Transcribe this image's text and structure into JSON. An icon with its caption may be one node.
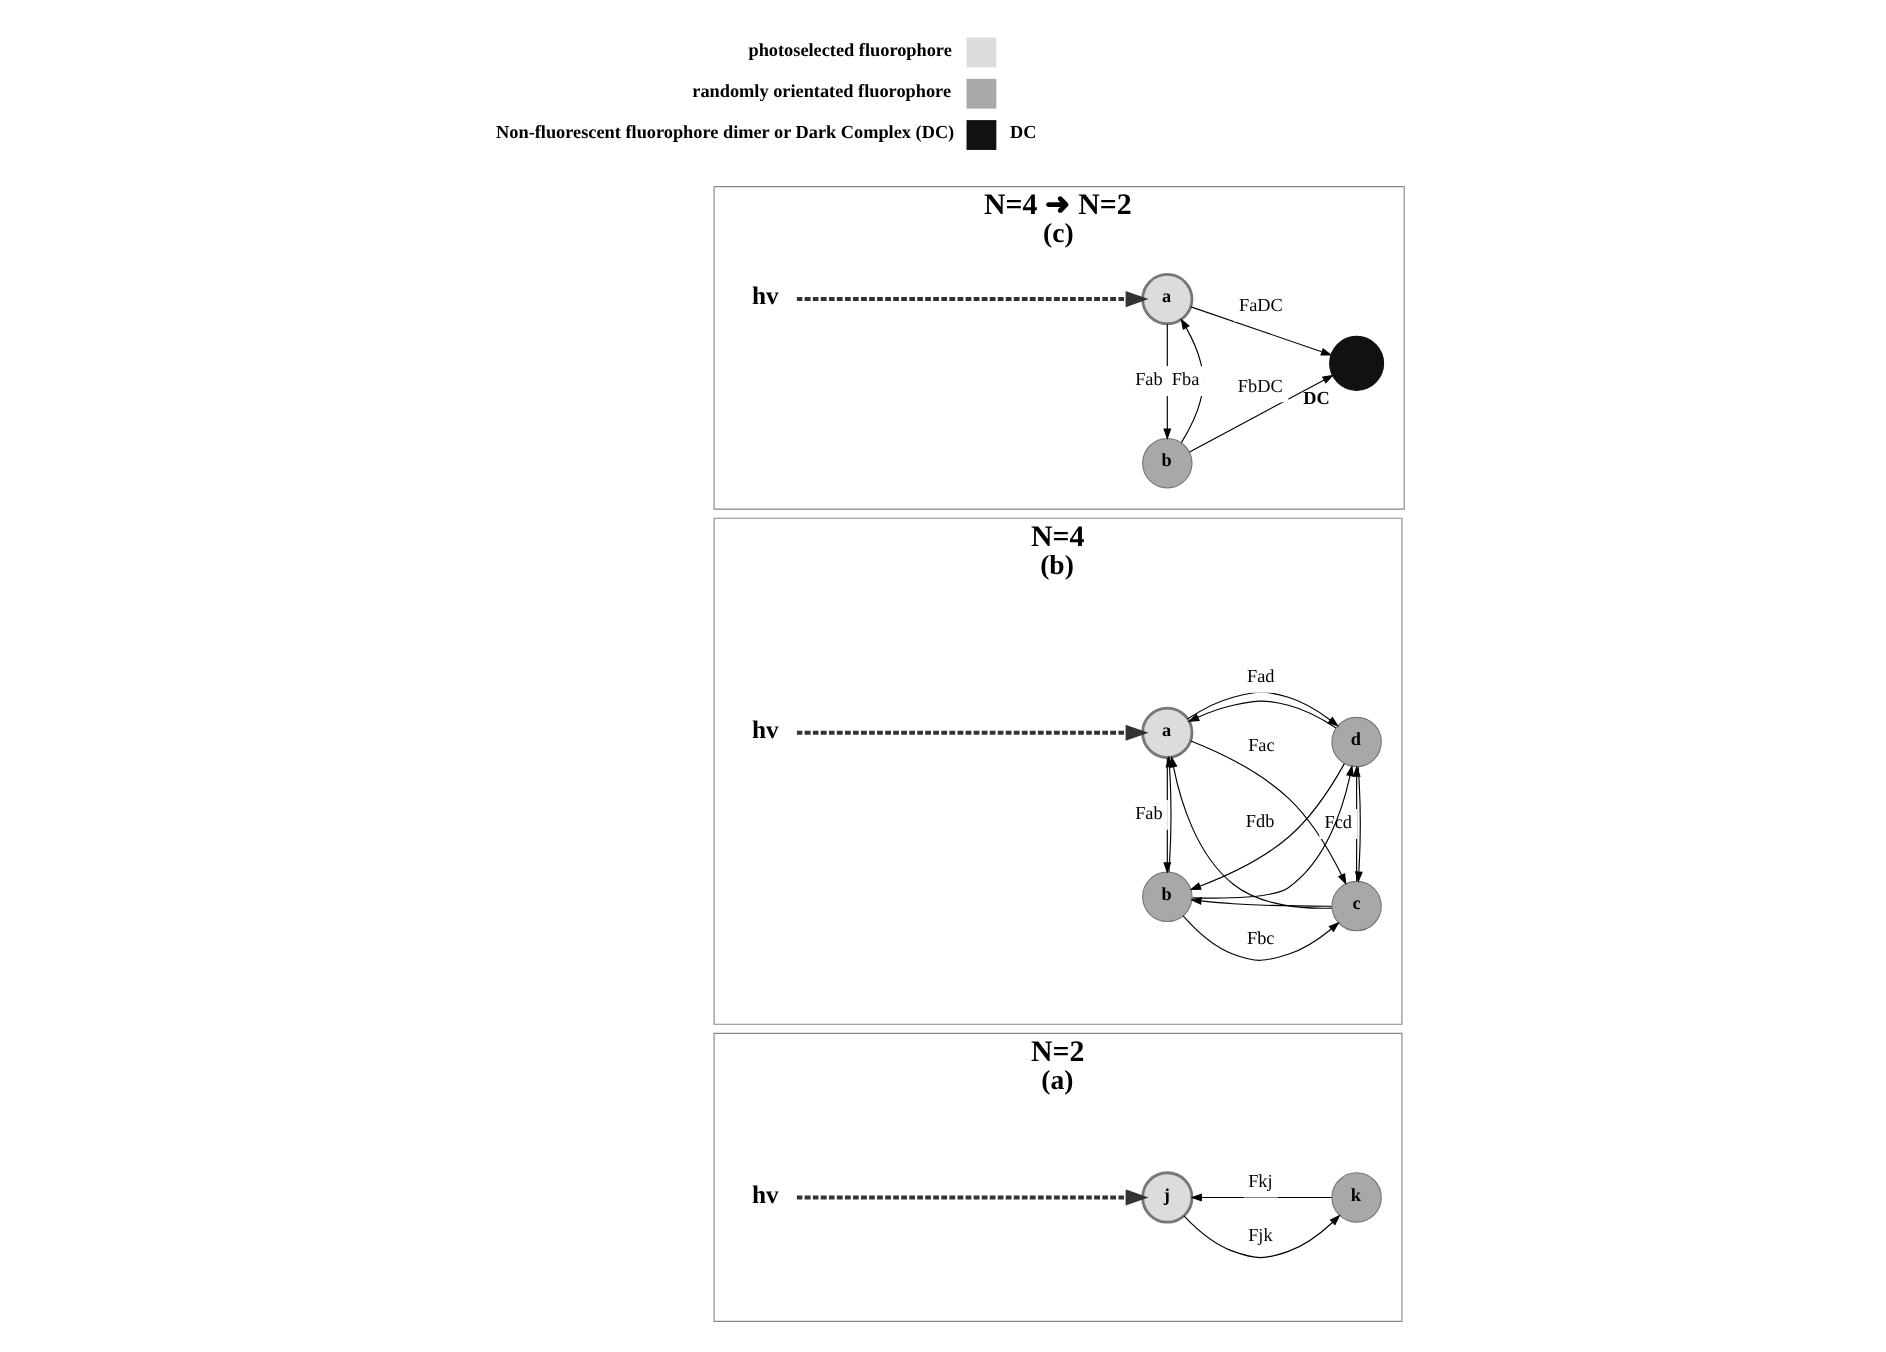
{
  "diagram": {
    "nodes": [
      {
        "text": [
          "N=2",
          "(a)"
        ]
      },
      {
        "text": [
          "hv"
        ],
        "in": 0
      },
      {
        "text": [
          "j"
        ],
        "in": 0
      },
      {
        "text": [
          "k"
        ],
        "in": 0
      },
      {
        "text": [
          "N=4",
          "(b)"
        ]
      },
      {
        "text": [
          "hv"
        ],
        "in": 4
      },
      {
        "text": [
          "a"
        ],
        "in": 4
      },
      {
        "text": [
          "c"
        ],
        "in": 4
      },
      {
        "text": [
          "b"
        ],
        "in": 4
      },
      {
        "text": [
          "d"
        ],
        "in": 4
      },
      {
        "text": [
          "N=4 ➜ N=2",
          "(c)"
        ]
      },
      {
        "text": [
          "hv"
        ],
        "in": 10
      },
      {
        "text": [
          "a"
        ],
        "in": 10
      },
      {
        "text": [
          "b"
        ],
        "in": 10
      },
      {
        "text": [],
        "shape": "circle",
        "beside": [
          "DC"
        ],
        "in": 10
      }
    ],
    "edges": [
      {
        "from": 1,
        "to": 2,
        "arrow": "to",
        "style": "dashed"
      },
      {
        "from": 2,
        "to": 3,
        "arrow": "to",
        "label": "Fjk"
      },
      {
        "from": 3,
        "to": 2,
        "arrow": "to",
        "label": "Fkj"
      },
      {
        "from": 5,
        "to": 6,
        "arrow": "to",
        "style": "dashed"
      },
      {
        "from": 6,
        "to": 7,
        "arrow": "to",
        "label": "Fac"
      },
      {
        "from": 7,
        "to": 6,
        "arrow": "to"
      },
      {
        "from": 6,
        "to": 8,
        "arrow": "to",
        "label": "Fab"
      },
      {
        "from": 8,
        "to": 6,
        "arrow": "to"
      },
      {
        "from": 8,
        "to": 7,
        "arrow": "to",
        "label": "Fbc"
      },
      {
        "from": 7,
        "to": 8,
        "arrow": "to"
      },
      {
        "from": 6,
        "to": 9,
        "arrow": "to",
        "label": "Fad"
      },
      {
        "from": 9,
        "to": 6,
        "arrow": "to"
      },
      {
        "from": 7,
        "to": 9,
        "arrow": "to",
        "label": "Fcd"
      },
      {
        "from": 9,
        "to": 7,
        "arrow": "to"
      },
      {
        "from": 8,
        "to": 9,
        "arrow": "to"
      },
      {
        "from": 9,
        "to": 8,
        "arrow": "to",
        "label": "Fdb"
      },
      {
        "from": 11,
        "to": 12,
        "arrow": "to",
        "style": "dashed"
      },
      {
        "from": 12,
        "to": 13,
        "arrow": "to",
        "label": "Fab"
      },
      {
        "from": 13,
        "to": 12,
        "arrow": "to",
        "label": "Fba"
      },
      {
        "from": 12,
        "to": 14,
        "arrow": "to",
        "label": "FaDC"
      },
      {
        "from": 13,
        "to": 14,
        "arrow": "to",
        "label": "FbDC"
      }
    ],
    "labels": [
      "DC"
    ],
    "legend": [
      {
        "text": "photoselected fluorophore",
        "color": "#dcdcdc"
      },
      {
        "text": "randomly orientated fluorophore",
        "color": "#a8a8a8"
      },
      {
        "text": "Non-fluorescent fluorophore dimer or Dark Complex (DC)",
        "color": "#111111"
      }
    ]
  }
}
